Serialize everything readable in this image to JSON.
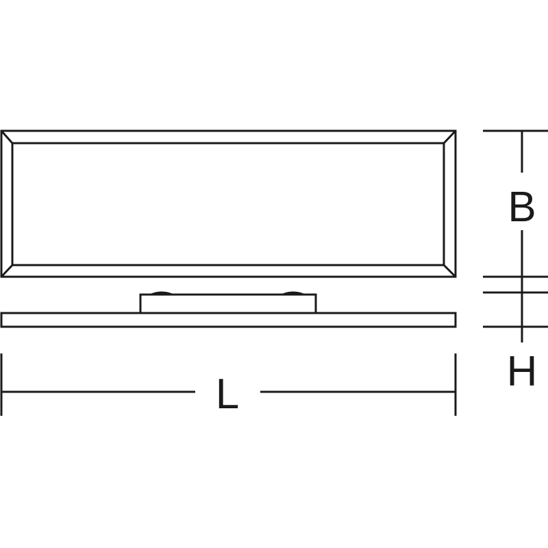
{
  "labels": {
    "length": "L",
    "width": "B",
    "height": "H"
  },
  "colors": {
    "line": "#1a1a1a",
    "background": "#ffffff"
  }
}
